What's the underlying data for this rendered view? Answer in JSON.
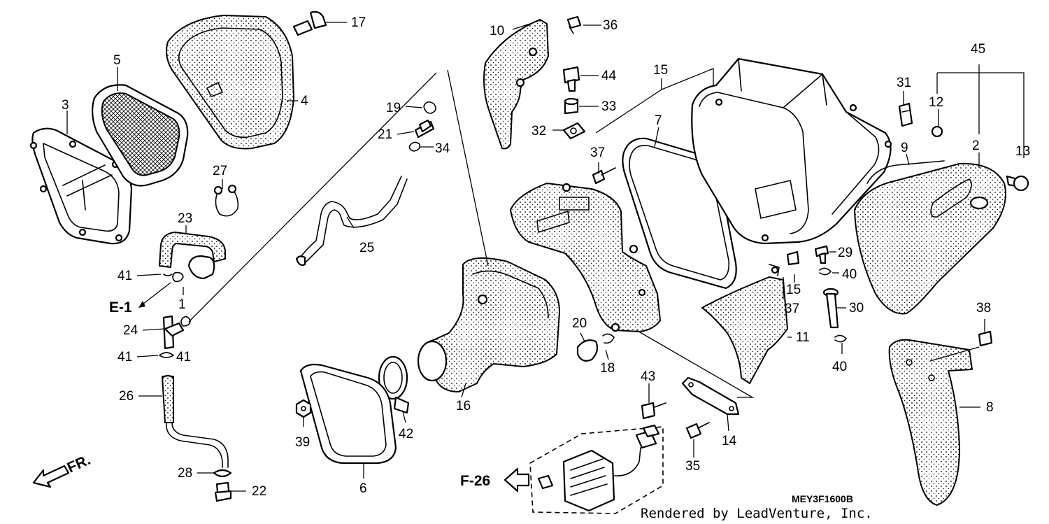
{
  "callouts": [
    {
      "id": "p1",
      "text": "1"
    },
    {
      "id": "p2",
      "text": "2"
    },
    {
      "id": "p3",
      "text": "3"
    },
    {
      "id": "p4",
      "text": "4"
    },
    {
      "id": "p5",
      "text": "5"
    },
    {
      "id": "p6",
      "text": "6"
    },
    {
      "id": "p7",
      "text": "7"
    },
    {
      "id": "p8",
      "text": "8"
    },
    {
      "id": "p9",
      "text": "9"
    },
    {
      "id": "p10",
      "text": "10"
    },
    {
      "id": "p11",
      "text": "11"
    },
    {
      "id": "p12",
      "text": "12"
    },
    {
      "id": "p13",
      "text": "13"
    },
    {
      "id": "p14",
      "text": "14"
    },
    {
      "id": "p15a",
      "text": "15"
    },
    {
      "id": "p15b",
      "text": "15"
    },
    {
      "id": "p16",
      "text": "16"
    },
    {
      "id": "p17",
      "text": "17"
    },
    {
      "id": "p18",
      "text": "18"
    },
    {
      "id": "p19",
      "text": "19"
    },
    {
      "id": "p20",
      "text": "20"
    },
    {
      "id": "p21",
      "text": "21"
    },
    {
      "id": "p22",
      "text": "22"
    },
    {
      "id": "p23",
      "text": "23"
    },
    {
      "id": "p24",
      "text": "24"
    },
    {
      "id": "p25",
      "text": "25"
    },
    {
      "id": "p26",
      "text": "26"
    },
    {
      "id": "p27",
      "text": "27"
    },
    {
      "id": "p28",
      "text": "28"
    },
    {
      "id": "p29",
      "text": "29"
    },
    {
      "id": "p30",
      "text": "30"
    },
    {
      "id": "p31",
      "text": "31"
    },
    {
      "id": "p32",
      "text": "32"
    },
    {
      "id": "p33",
      "text": "33"
    },
    {
      "id": "p34",
      "text": "34"
    },
    {
      "id": "p35",
      "text": "35"
    },
    {
      "id": "p36",
      "text": "36"
    },
    {
      "id": "p37a",
      "text": "37"
    },
    {
      "id": "p37b",
      "text": "37"
    },
    {
      "id": "p38",
      "text": "38"
    },
    {
      "id": "p39",
      "text": "39"
    },
    {
      "id": "p40a",
      "text": "40"
    },
    {
      "id": "p40b",
      "text": "40"
    },
    {
      "id": "p41a",
      "text": "41"
    },
    {
      "id": "p41b",
      "text": "41"
    },
    {
      "id": "p41c",
      "text": "41"
    },
    {
      "id": "p42",
      "text": "42"
    },
    {
      "id": "p43",
      "text": "43"
    },
    {
      "id": "p44",
      "text": "44"
    },
    {
      "id": "p45",
      "text": "45"
    }
  ],
  "references": {
    "e1": "E-1",
    "f26": "F-26",
    "front": "FR."
  },
  "diagram_code": "MEY3F1600B",
  "credit": "Rendered by LeadVenture, Inc."
}
